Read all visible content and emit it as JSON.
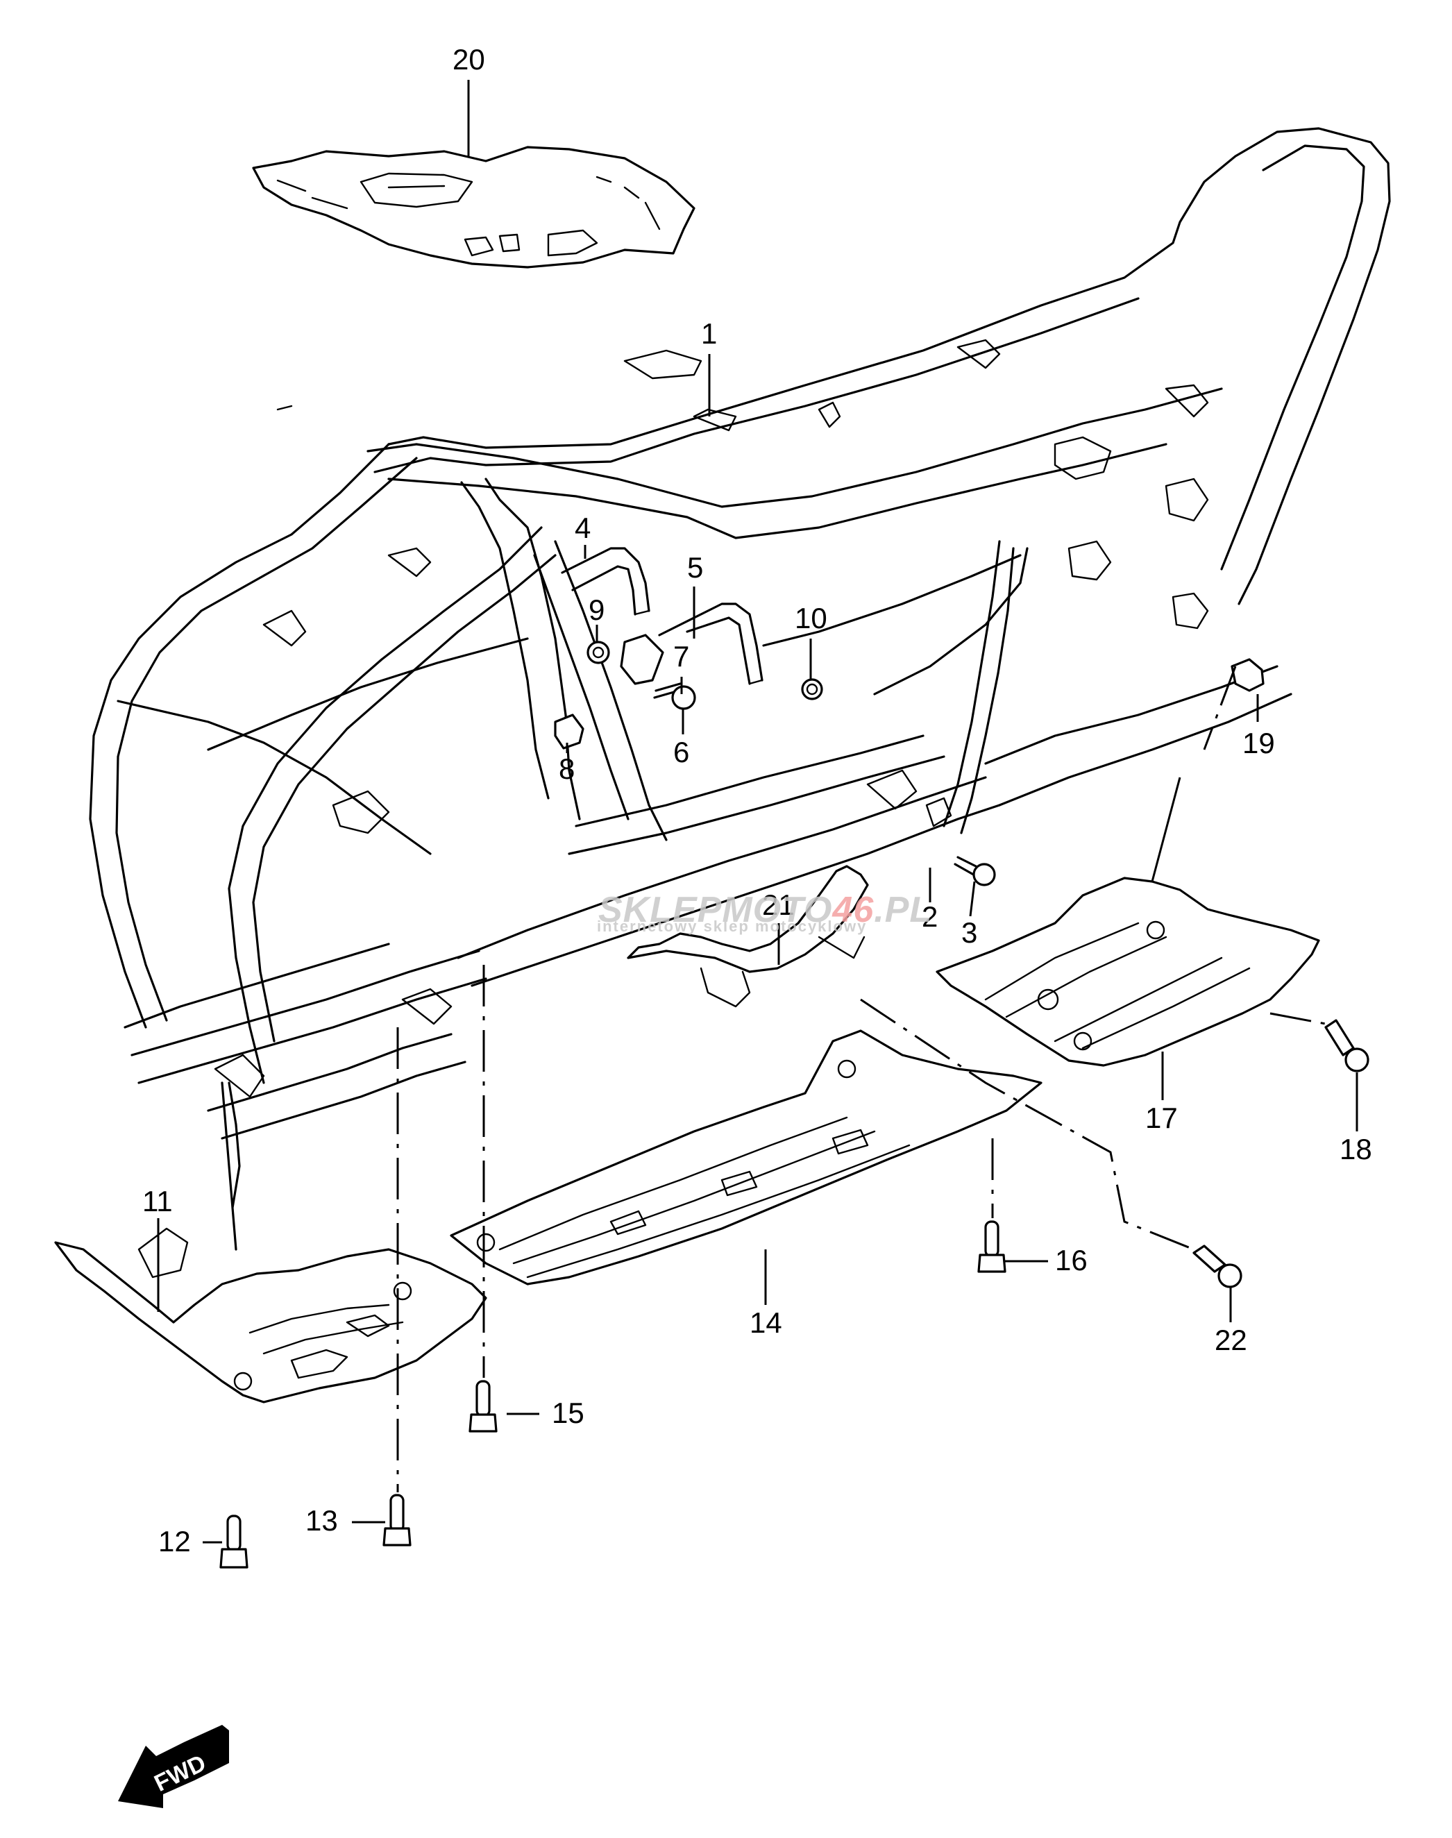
{
  "diagram": {
    "type": "exploded-parts-diagram",
    "subject": "ATV frame assembly with skid plates and footrests",
    "callouts": [
      {
        "id": "1",
        "label": "1"
      },
      {
        "id": "2",
        "label": "2"
      },
      {
        "id": "3",
        "label": "3"
      },
      {
        "id": "4",
        "label": "4"
      },
      {
        "id": "5",
        "label": "5"
      },
      {
        "id": "6",
        "label": "6"
      },
      {
        "id": "7",
        "label": "7"
      },
      {
        "id": "8",
        "label": "8"
      },
      {
        "id": "9",
        "label": "9"
      },
      {
        "id": "10",
        "label": "10"
      },
      {
        "id": "11",
        "label": "11"
      },
      {
        "id": "12",
        "label": "12"
      },
      {
        "id": "13",
        "label": "13"
      },
      {
        "id": "14",
        "label": "14"
      },
      {
        "id": "15",
        "label": "15"
      },
      {
        "id": "16",
        "label": "16"
      },
      {
        "id": "17",
        "label": "17"
      },
      {
        "id": "18",
        "label": "18"
      },
      {
        "id": "19",
        "label": "19"
      },
      {
        "id": "20",
        "label": "20"
      },
      {
        "id": "21",
        "label": "21"
      },
      {
        "id": "22",
        "label": "22"
      }
    ],
    "direction_marker": {
      "label": "FWD",
      "icon": "forward-arrow-icon"
    },
    "watermark": {
      "part1": "SKLEPMOTO",
      "part2": "46",
      "part3": ".PL",
      "tagline": "internetowy sklep motocyklowy",
      "color_gray": "#c8c8c8",
      "color_red": "#f4a0a0"
    }
  }
}
